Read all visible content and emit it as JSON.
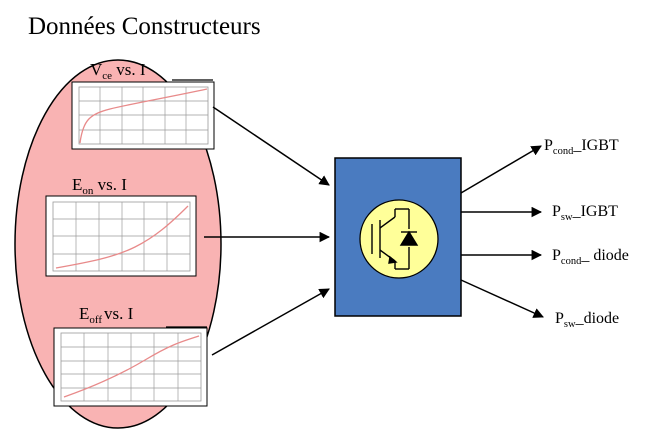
{
  "title": "Données Constructeurs",
  "graphs": [
    {
      "main": "V",
      "sub": "ce",
      "suffix": " vs. I"
    },
    {
      "main": "E",
      "sub": "on",
      "suffix": " vs. I"
    },
    {
      "main": "E",
      "sub": "off",
      "suffix": "vs. I"
    }
  ],
  "outputs": [
    {
      "main": "P",
      "sub": "cond",
      "suffix": "_IGBT"
    },
    {
      "main": "P",
      "sub": "sw",
      "suffix": "_IGBT"
    },
    {
      "main": "P",
      "sub": "cond",
      "suffix": "_ diode"
    },
    {
      "main": "P",
      "sub": "sw",
      "suffix": "_diode"
    }
  ],
  "colors": {
    "ellipse_fill": "#f9b3b3",
    "block_fill": "#4a7bc0",
    "circle_fill": "#ffff99",
    "curve": "#e88a8a",
    "grid": "#9a9a9a"
  },
  "icons": [
    "igbt-diode-symbol"
  ]
}
